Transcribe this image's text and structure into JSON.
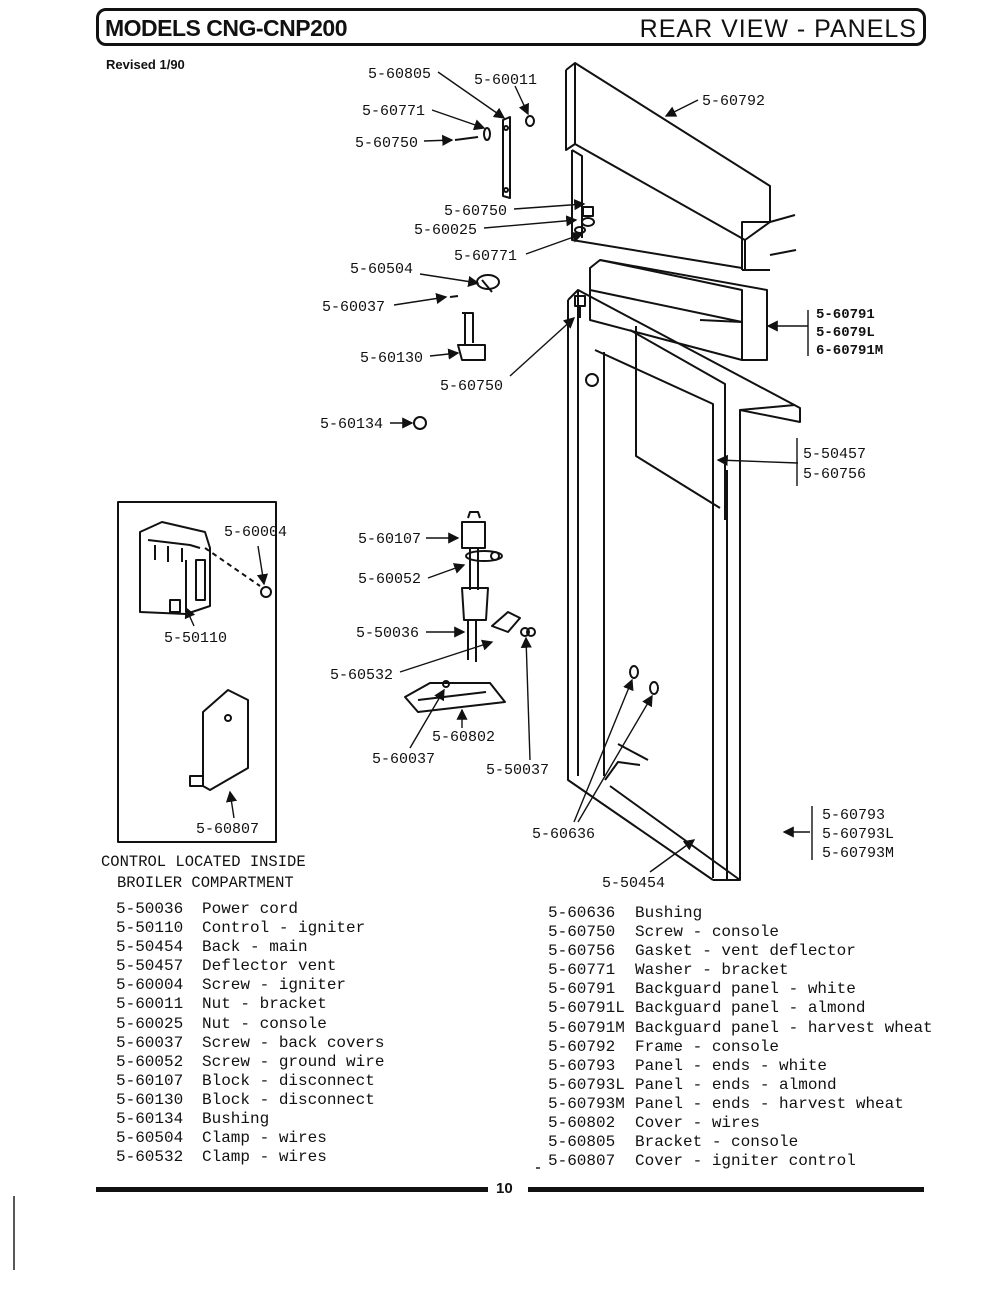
{
  "header": {
    "models": "MODELS CNG-CNP200",
    "view": "REAR VIEW - PANELS",
    "revised": "Revised 1/90"
  },
  "labels": {
    "p60805": "5-60805",
    "p60011": "5-60011",
    "p60771a": "5-60771",
    "p60750a": "5-60750",
    "p60792": "5-60792",
    "p60750b": "5-60750",
    "p60025": "5-60025",
    "p60771b": "5-60771",
    "p60504": "5-60504",
    "p60037a": "5-60037",
    "p60130": "5-60130",
    "p60750c": "5-60750",
    "p60791": "5-60791",
    "p6079L": "5-6079L",
    "p60791M": "6-60791M",
    "p60134": "5-60134",
    "p50457": "5-50457",
    "p60756": "5-60756",
    "p60004": "5-60004",
    "p50110": "5-50110",
    "p60107": "5-60107",
    "p60052": "5-60052",
    "p50036": "5-50036",
    "p60532": "5-60532",
    "p60802": "5-60802",
    "p60037b": "5-60037",
    "p50037": "5-50037",
    "p60807": "5-60807",
    "p60636": "5-60636",
    "p50454": "5-50454",
    "p60793": "5-60793",
    "p60793L": "5-60793L",
    "p60793M": "5-60793M"
  },
  "note": {
    "line1": "CONTROL LOCATED INSIDE",
    "line2": "BROILER COMPARTMENT"
  },
  "parts_left": [
    {
      "num": "5-50036",
      "desc": "Power cord"
    },
    {
      "num": "5-50110",
      "desc": "Control - igniter"
    },
    {
      "num": "5-50454",
      "desc": "Back - main"
    },
    {
      "num": "5-50457",
      "desc": "Deflector vent"
    },
    {
      "num": "5-60004",
      "desc": "Screw - igniter"
    },
    {
      "num": "5-60011",
      "desc": "Nut - bracket"
    },
    {
      "num": "5-60025",
      "desc": "Nut - console"
    },
    {
      "num": "5-60037",
      "desc": "Screw - back covers"
    },
    {
      "num": "5-60052",
      "desc": "Screw - ground wire"
    },
    {
      "num": "5-60107",
      "desc": "Block - disconnect"
    },
    {
      "num": "5-60130",
      "desc": "Block - disconnect"
    },
    {
      "num": "5-60134",
      "desc": "Bushing"
    },
    {
      "num": "5-60504",
      "desc": "Clamp - wires"
    },
    {
      "num": "5-60532",
      "desc": "Clamp - wires"
    }
  ],
  "parts_right": [
    {
      "num": "5-60636",
      "desc": "Bushing"
    },
    {
      "num": "5-60750",
      "desc": "Screw - console"
    },
    {
      "num": "5-60756",
      "desc": "Gasket - vent deflector"
    },
    {
      "num": "5-60771",
      "desc": "Washer - bracket"
    },
    {
      "num": "5-60791",
      "desc": "Backguard panel - white"
    },
    {
      "num": "5-60791L",
      "desc": "Backguard panel - almond"
    },
    {
      "num": "5-60791M",
      "desc": "Backguard panel - harvest wheat"
    },
    {
      "num": "5-60792",
      "desc": "Frame - console"
    },
    {
      "num": "5-60793",
      "desc": "Panel - ends - white"
    },
    {
      "num": "5-60793L",
      "desc": "Panel - ends - almond"
    },
    {
      "num": "5-60793M",
      "desc": "Panel - ends - harvest wheat"
    },
    {
      "num": "5-60802",
      "desc": "Cover - wires"
    },
    {
      "num": "5-60805",
      "desc": "Bracket - console"
    },
    {
      "num": "5-60807",
      "desc": "Cover - igniter control"
    }
  ],
  "footer": {
    "page": "10"
  }
}
